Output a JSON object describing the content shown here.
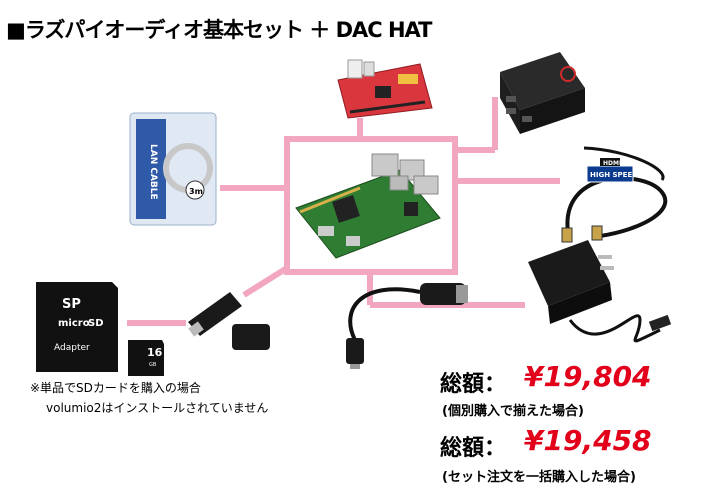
{
  "title": "■ラズパイオーディオ基本セット ＋ DAC HAT",
  "note": {
    "line1": "※単品でSDカードを購入の場合",
    "line2": "volumio2はインストールされていません"
  },
  "totals": [
    {
      "label": "総額：",
      "price": "¥19,804",
      "note": "(個別購入で揃えた場合)"
    },
    {
      "label": "総額：",
      "price": "¥19,458",
      "note": "(セット注文を一括購入した場合)"
    }
  ],
  "products": {
    "lan_cable_text": "LAN CABLE",
    "lan_cable_length": "3m",
    "sd_brand": "SP",
    "sd_micro": "micro",
    "sd_type": "SD",
    "sd_adapter": "Adapter",
    "micro_sd_capacity": "16",
    "micro_sd_unit": "GB",
    "hdmi_logo": "HDMI",
    "hdmi_speed": "HIGH SPEED"
  },
  "colors": {
    "connector": "#f2a6c0",
    "price": "#e2001a",
    "board_green": "#2f7d32",
    "dac_red": "#d9363e"
  }
}
